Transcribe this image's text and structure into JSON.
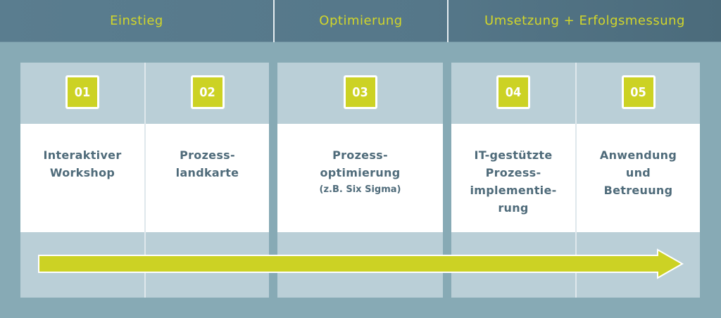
{
  "phases": [
    {
      "label": "Einstieg"
    },
    {
      "label": "Optimierung"
    },
    {
      "label": "Umsetzung + Erfolgsmessung"
    }
  ],
  "steps": [
    {
      "number": "01",
      "lines": [
        "Interaktiver",
        "Workshop"
      ],
      "sub": ""
    },
    {
      "number": "02",
      "lines": [
        "Prozess-",
        "landkarte"
      ],
      "sub": ""
    },
    {
      "number": "03",
      "lines": [
        "Prozess-",
        "optimierung"
      ],
      "sub": "(z.B. Six Sigma)"
    },
    {
      "number": "04",
      "lines": [
        "IT-gestützte",
        "Prozess-",
        "implementie-",
        "rung"
      ],
      "sub": ""
    },
    {
      "number": "05",
      "lines": [
        "Anwendung",
        "und",
        "Betreuung"
      ],
      "sub": ""
    }
  ],
  "colors": {
    "background": "#87aab5",
    "header": "#577a8c",
    "phase_text": "#d2d62a",
    "cell_band": "#bacfd7",
    "badge": "#ccd224",
    "arrow": "#ccd224",
    "step_text": "#4f6b7a"
  },
  "icons": {
    "progress_arrow": "right-arrow"
  }
}
